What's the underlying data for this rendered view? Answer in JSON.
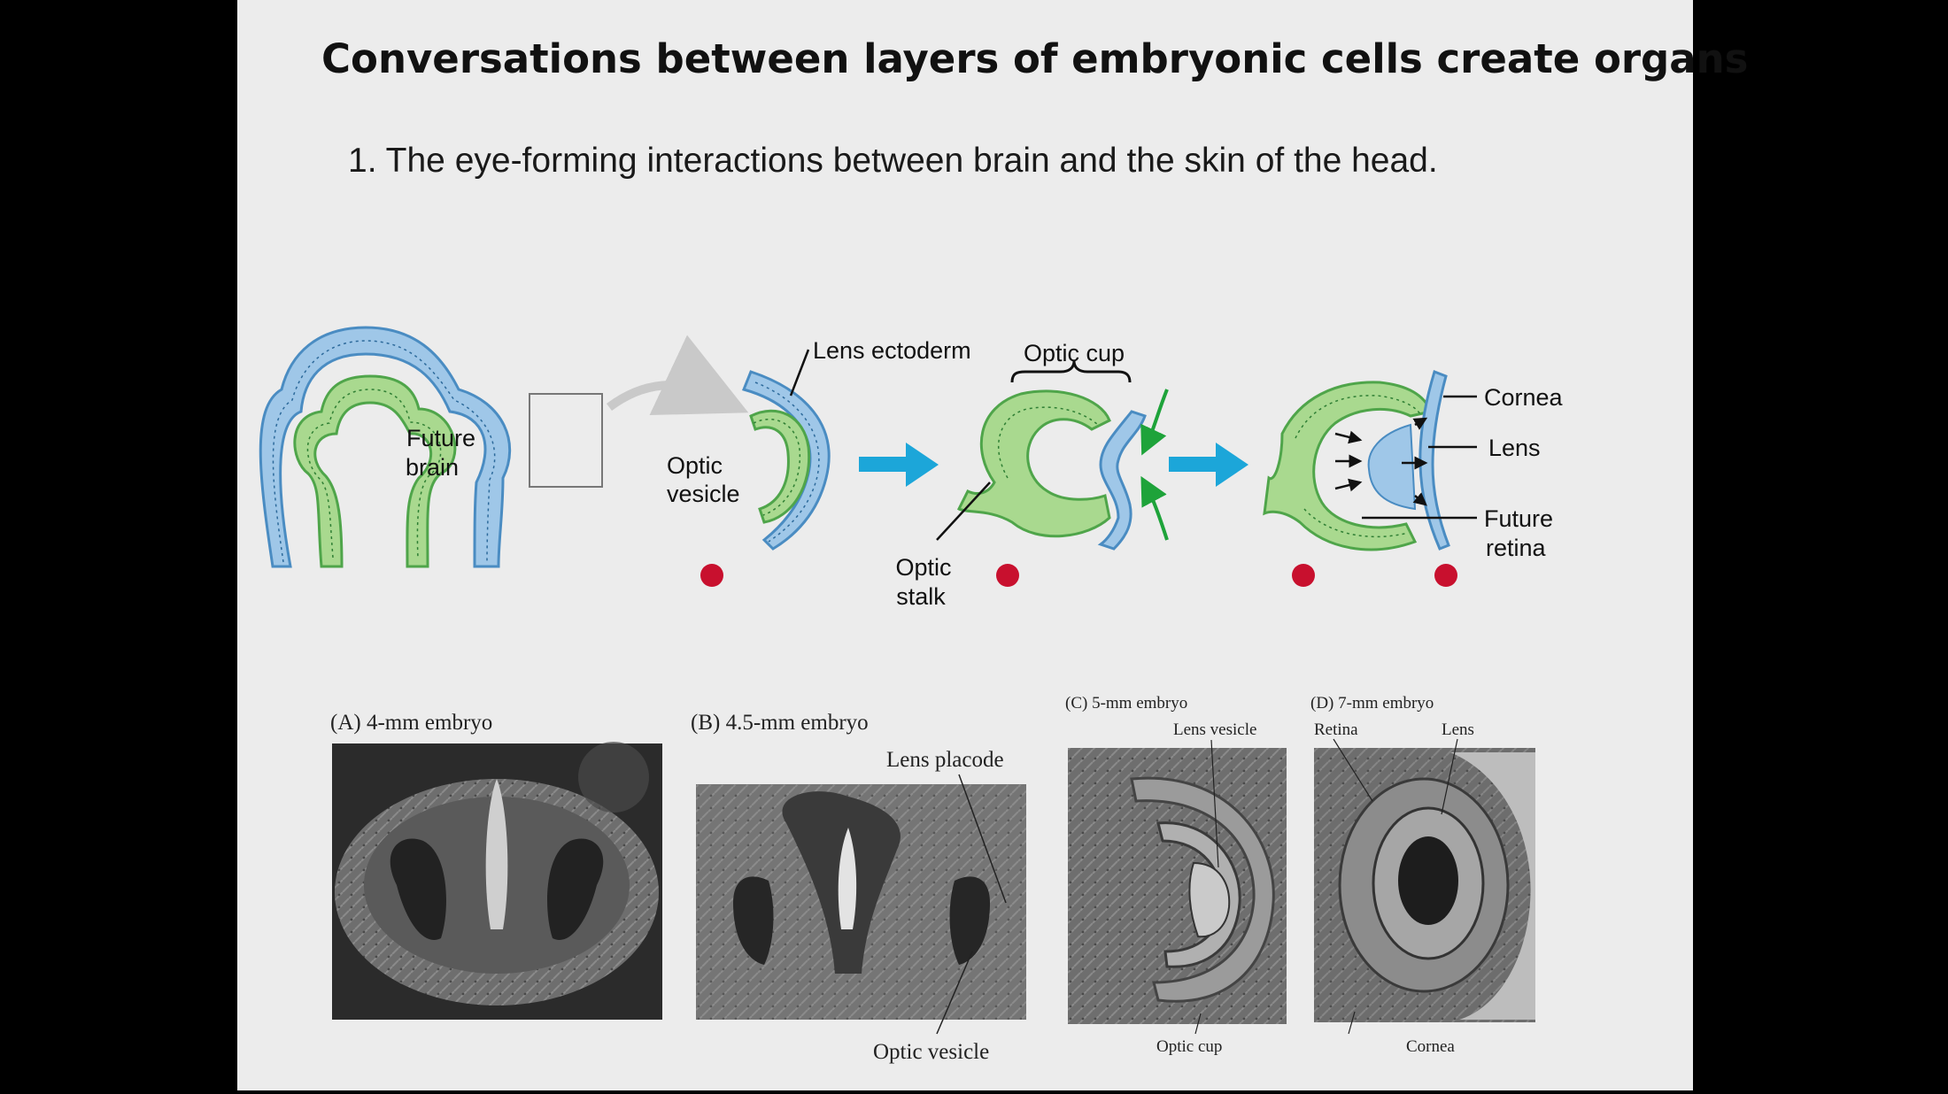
{
  "slide": {
    "title": "Conversations between layers of embryonic cells create organs",
    "subtitle": "1. The eye-forming interactions between brain and the skin of the head."
  },
  "diagram": {
    "future_brain_1": "Future",
    "future_brain_2": "brain",
    "lens_ectoderm": "Lens ectoderm",
    "optic_vesicle_1": "Optic",
    "optic_vesicle_2": "vesicle",
    "optic_cup": "Optic cup",
    "optic_stalk_1": "Optic",
    "optic_stalk_2": "stalk",
    "cornea": "Cornea",
    "lens": "Lens",
    "future_retina_1": "Future",
    "future_retina_2": "retina"
  },
  "photos": {
    "a_caption": "(A)  4-mm embryo",
    "b_caption": "(B)  4.5-mm embryo",
    "b_lens_placode": "Lens placode",
    "b_optic_vesicle": "Optic vesicle",
    "c_caption": "(C)  5-mm embryo",
    "c_lens_vesicle": "Lens vesicle",
    "c_optic_cup": "Optic cup",
    "d_caption": "(D)  7-mm embryo",
    "d_retina": "Retina",
    "d_lens": "Lens",
    "d_cornea": "Cornea"
  },
  "colors": {
    "ectoderm_blue": "#9fc7e8",
    "neural_green": "#a9d98f",
    "arrow_cyan": "#1ca6d9",
    "marker_red": "#c8102e"
  }
}
